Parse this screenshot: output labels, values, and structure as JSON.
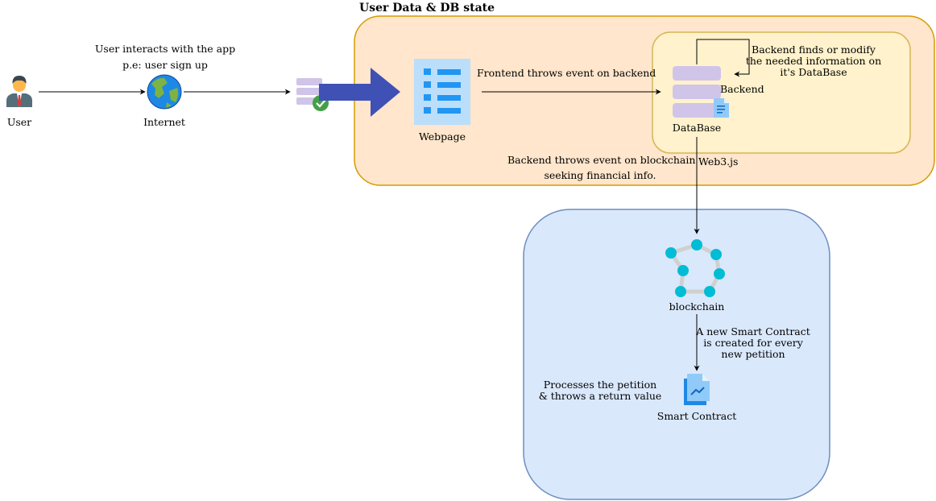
{
  "groups": {
    "user_data": {
      "title": "User Data & DB state"
    }
  },
  "nodes": {
    "user": {
      "label": "User"
    },
    "internet": {
      "label": "Internet"
    },
    "webpage": {
      "label": "Webpage"
    },
    "backend": {
      "label": "Backend"
    },
    "database": {
      "label": "DataBase"
    },
    "blockchain": {
      "label": "blockchain"
    },
    "smart_contract": {
      "label": "Smart Contract"
    }
  },
  "edges": {
    "user_to_internet": {
      "label_line1": "User interacts with the app",
      "label_line2": "p.e: user sign up"
    },
    "webpage_to_backend": {
      "label": "Frontend throws event on backend"
    },
    "backend_loop": {
      "label_line1": "Backend finds or modify",
      "label_line2": "the needed information on",
      "label_line3": "it's DataBase"
    },
    "backend_to_blockchain": {
      "label_line1": "Backend throws event on blockchain",
      "label_line2": "seeking financial info.",
      "tag": "Web3.js"
    },
    "blockchain_to_contract": {
      "label_line1": "A new Smart Contract",
      "label_line2": "is created for every",
      "label_line3": "new petition"
    },
    "contract_note": {
      "label_line1": "Processes the petition",
      "label_line2": "& throws a return value"
    }
  },
  "colors": {
    "user_group_fill": "#ffe6cc",
    "user_group_stroke": "#d79b00",
    "backend_group_fill": "#fff2cc",
    "backend_group_stroke": "#d6b656",
    "chain_group_fill": "#dae8fc",
    "chain_group_stroke": "#6c8ebf",
    "big_arrow": "#3f51b5",
    "node_teal": "#00bcd4",
    "doc_blue": "#2196f3"
  }
}
